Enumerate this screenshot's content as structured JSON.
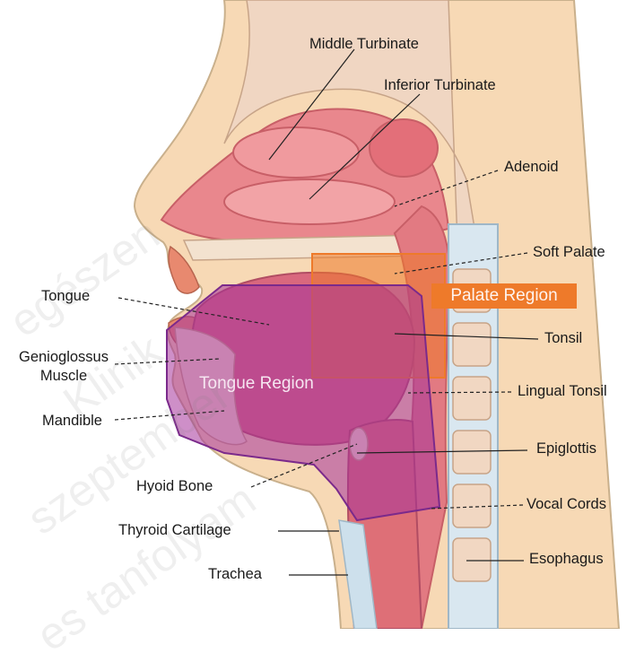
{
  "labels": {
    "middle_turbinate": "Middle Turbinate",
    "inferior_turbinate": "Inferior Turbinate",
    "adenoid": "Adenoid",
    "soft_palate": "Soft Palate",
    "tonsil": "Tonsil",
    "lingual_tonsil": "Lingual Tonsil",
    "epiglottis": "Epiglottis",
    "vocal_cords": "Vocal Cords",
    "esophagus": "Esophagus",
    "tongue": "Tongue",
    "genioglossus_line1": "Genioglossus",
    "genioglossus_line2": "Muscle",
    "mandible": "Mandible",
    "hyoid_bone": "Hyoid Bone",
    "thyroid_cartilage": "Thyroid Cartilage",
    "trachea": "Trachea"
  },
  "regions": {
    "palate": "Palate Region",
    "tongue": "Tongue Region"
  },
  "watermark": [
    "egészen",
    "Klinik",
    "szeptember",
    "es tanfolyam"
  ],
  "colors": {
    "palate_region": "#ee7a2a",
    "tongue_region": "#a5339a",
    "tissue_pink": "#e9878d",
    "skin": "#f7d9b5"
  }
}
